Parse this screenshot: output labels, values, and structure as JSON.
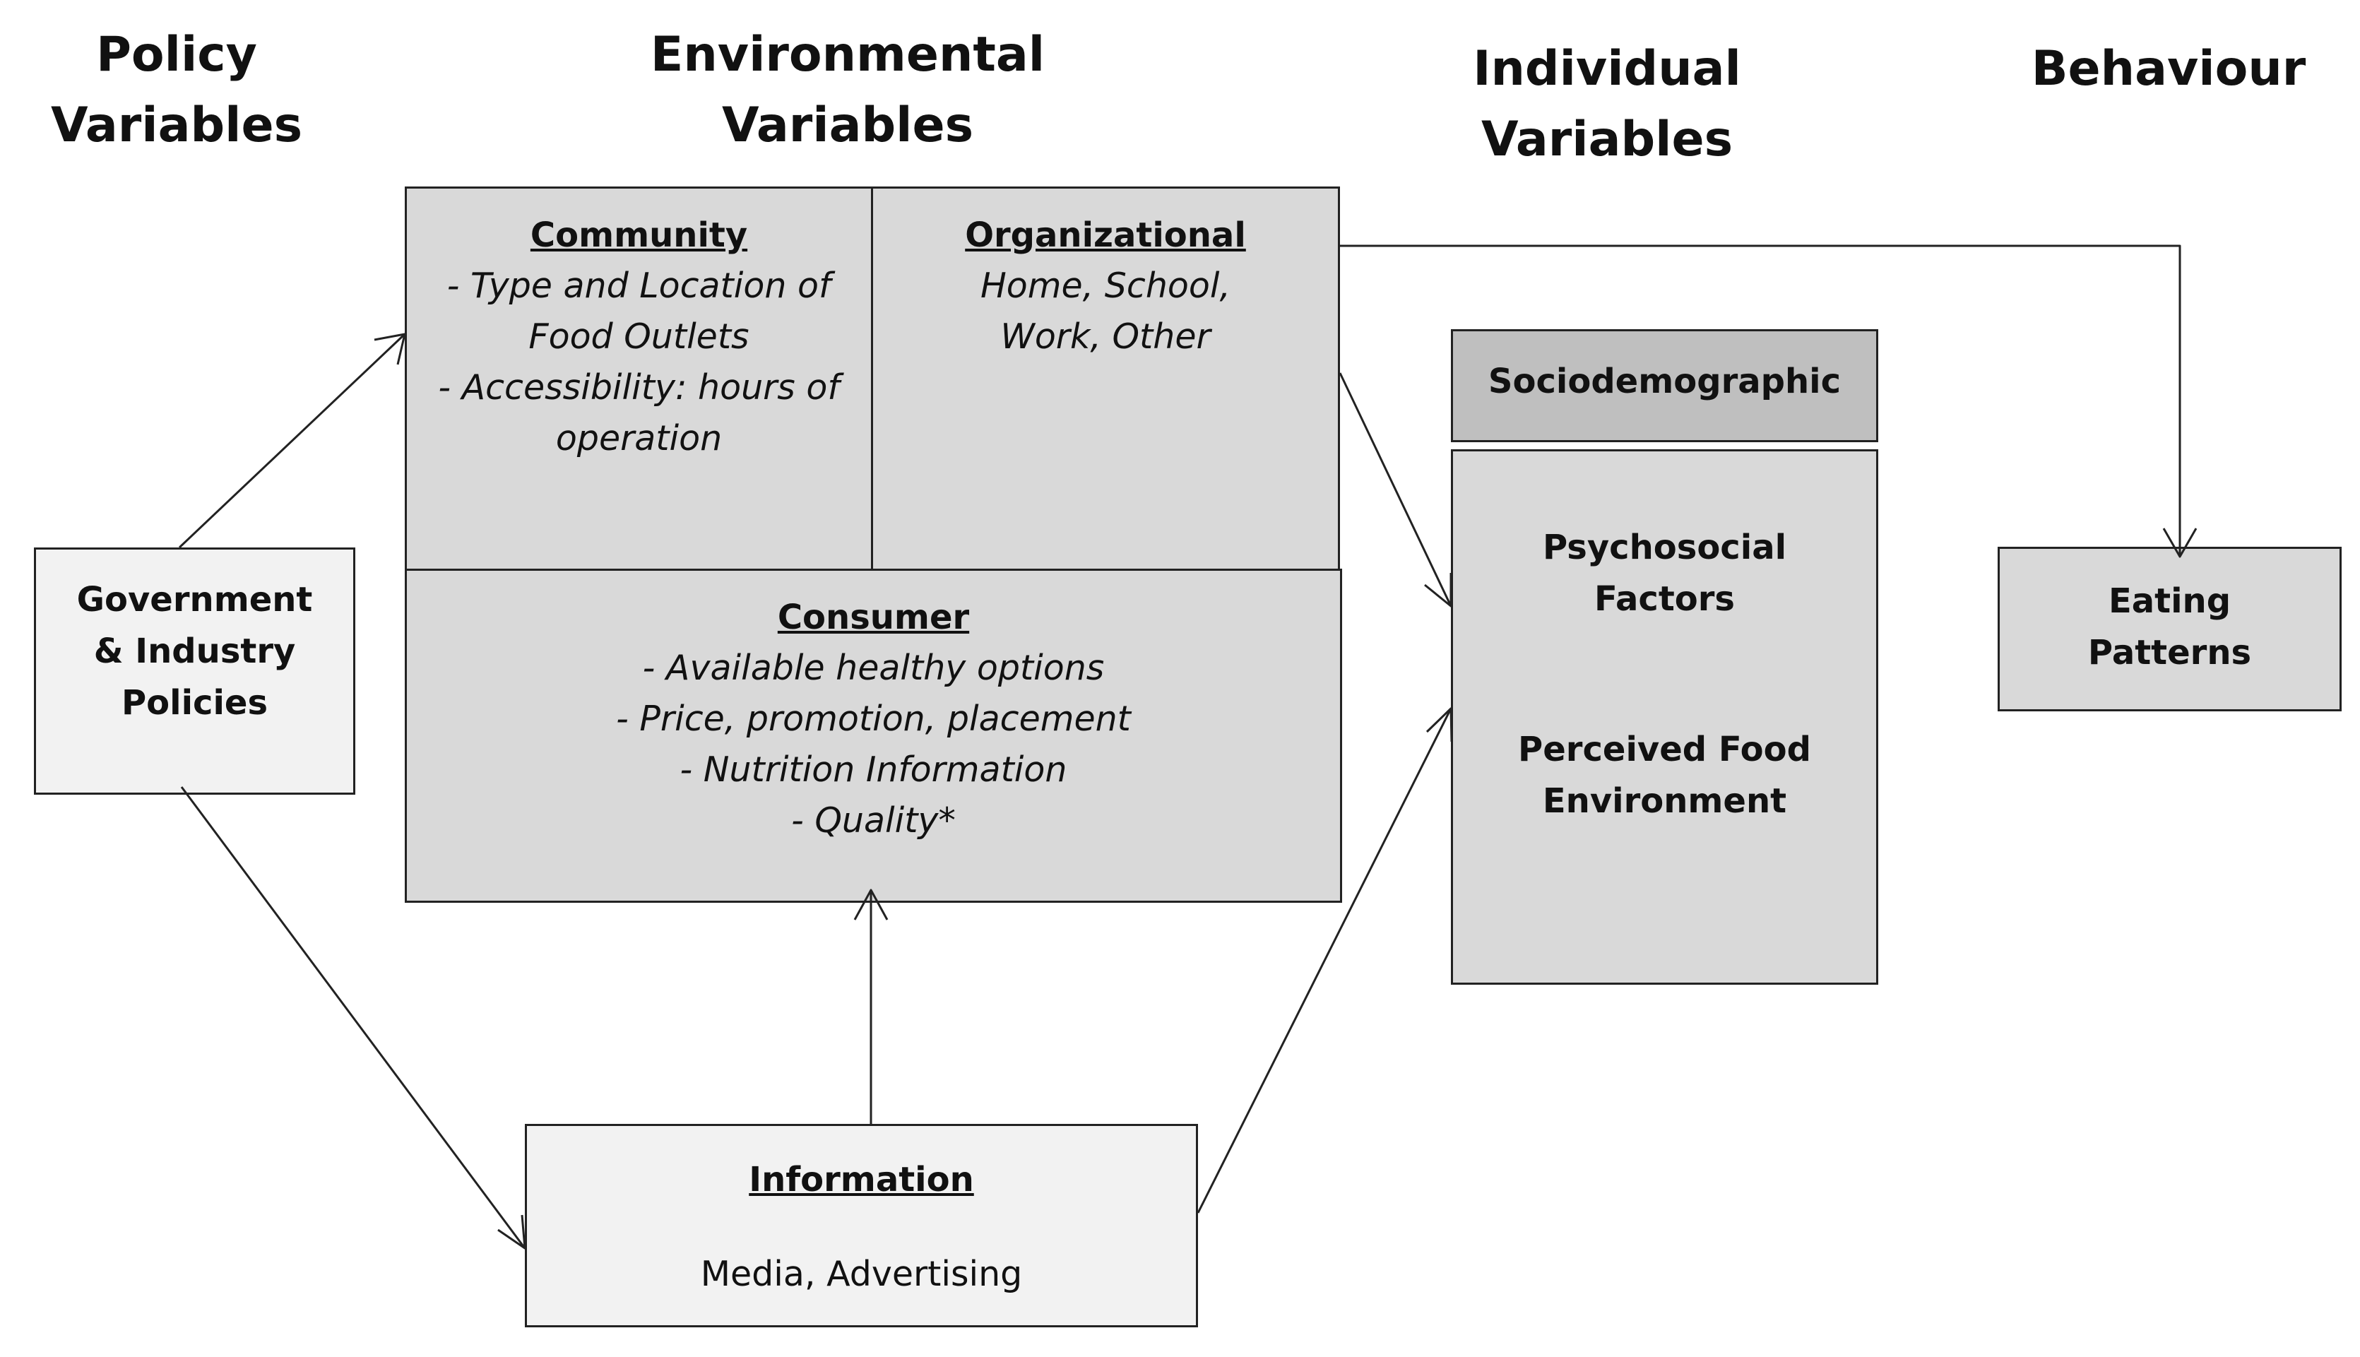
{
  "headers": {
    "policy": [
      "Policy",
      "Variables"
    ],
    "environmental": [
      "Environmental",
      "Variables"
    ],
    "individual": [
      "Individual",
      "Variables"
    ],
    "behaviour": [
      "Behaviour"
    ]
  },
  "government": [
    "Government",
    "& Industry",
    "Policies"
  ],
  "community": {
    "title": "Community",
    "lines": [
      "- Type and Location of",
      "Food Outlets",
      "- Accessibility: hours of",
      "operation"
    ]
  },
  "organizational": {
    "title": "Organizational",
    "lines": [
      "Home, School,",
      "Work, Other"
    ]
  },
  "consumer": {
    "title": "Consumer",
    "lines": [
      "- Available healthy options",
      "- Price, promotion, placement",
      "- Nutrition Information",
      "- Quality*"
    ]
  },
  "information": {
    "title": "Information",
    "text": "Media, Advertising"
  },
  "sociodemographic": "Sociodemographic",
  "psychosocial": [
    "Psychosocial",
    "Factors"
  ],
  "perceived": [
    "Perceived Food",
    "Environment"
  ],
  "eating": [
    "Eating",
    "Patterns"
  ],
  "colors": {
    "light_box": "#f2f2f2",
    "mid_box": "#d9d9d9",
    "dark_box": "#bfbfbf",
    "line": "#222222"
  }
}
